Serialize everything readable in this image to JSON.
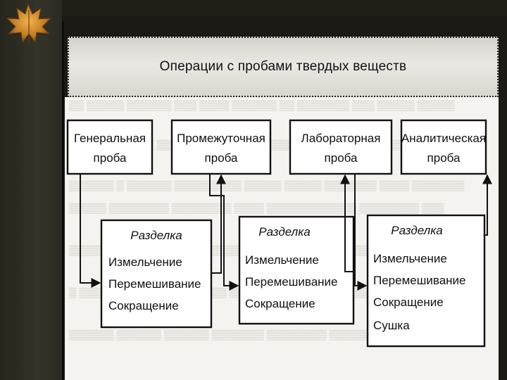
{
  "slide": {
    "title": "Операции с пробами твердых веществ"
  },
  "diagram": {
    "samples": [
      {
        "line1": "Генеральная",
        "line2": "проба"
      },
      {
        "line1": "Промежуточная",
        "line2": "проба"
      },
      {
        "line1": "Лабораторная",
        "line2": "проба"
      },
      {
        "line1": "Аналитическая",
        "line2": "проба"
      }
    ],
    "cutting": [
      {
        "heading": "Разделка",
        "steps": [
          "Измельчение",
          "Перемешивание",
          "Сокращение"
        ]
      },
      {
        "heading": "Разделка",
        "steps": [
          "Измельчение",
          "Перемешивание",
          "Сокращение"
        ]
      },
      {
        "heading": "Разделка",
        "steps": [
          "Измельчение",
          "Перемешивание",
          "Сокращение",
          "Сушка"
        ]
      }
    ]
  }
}
